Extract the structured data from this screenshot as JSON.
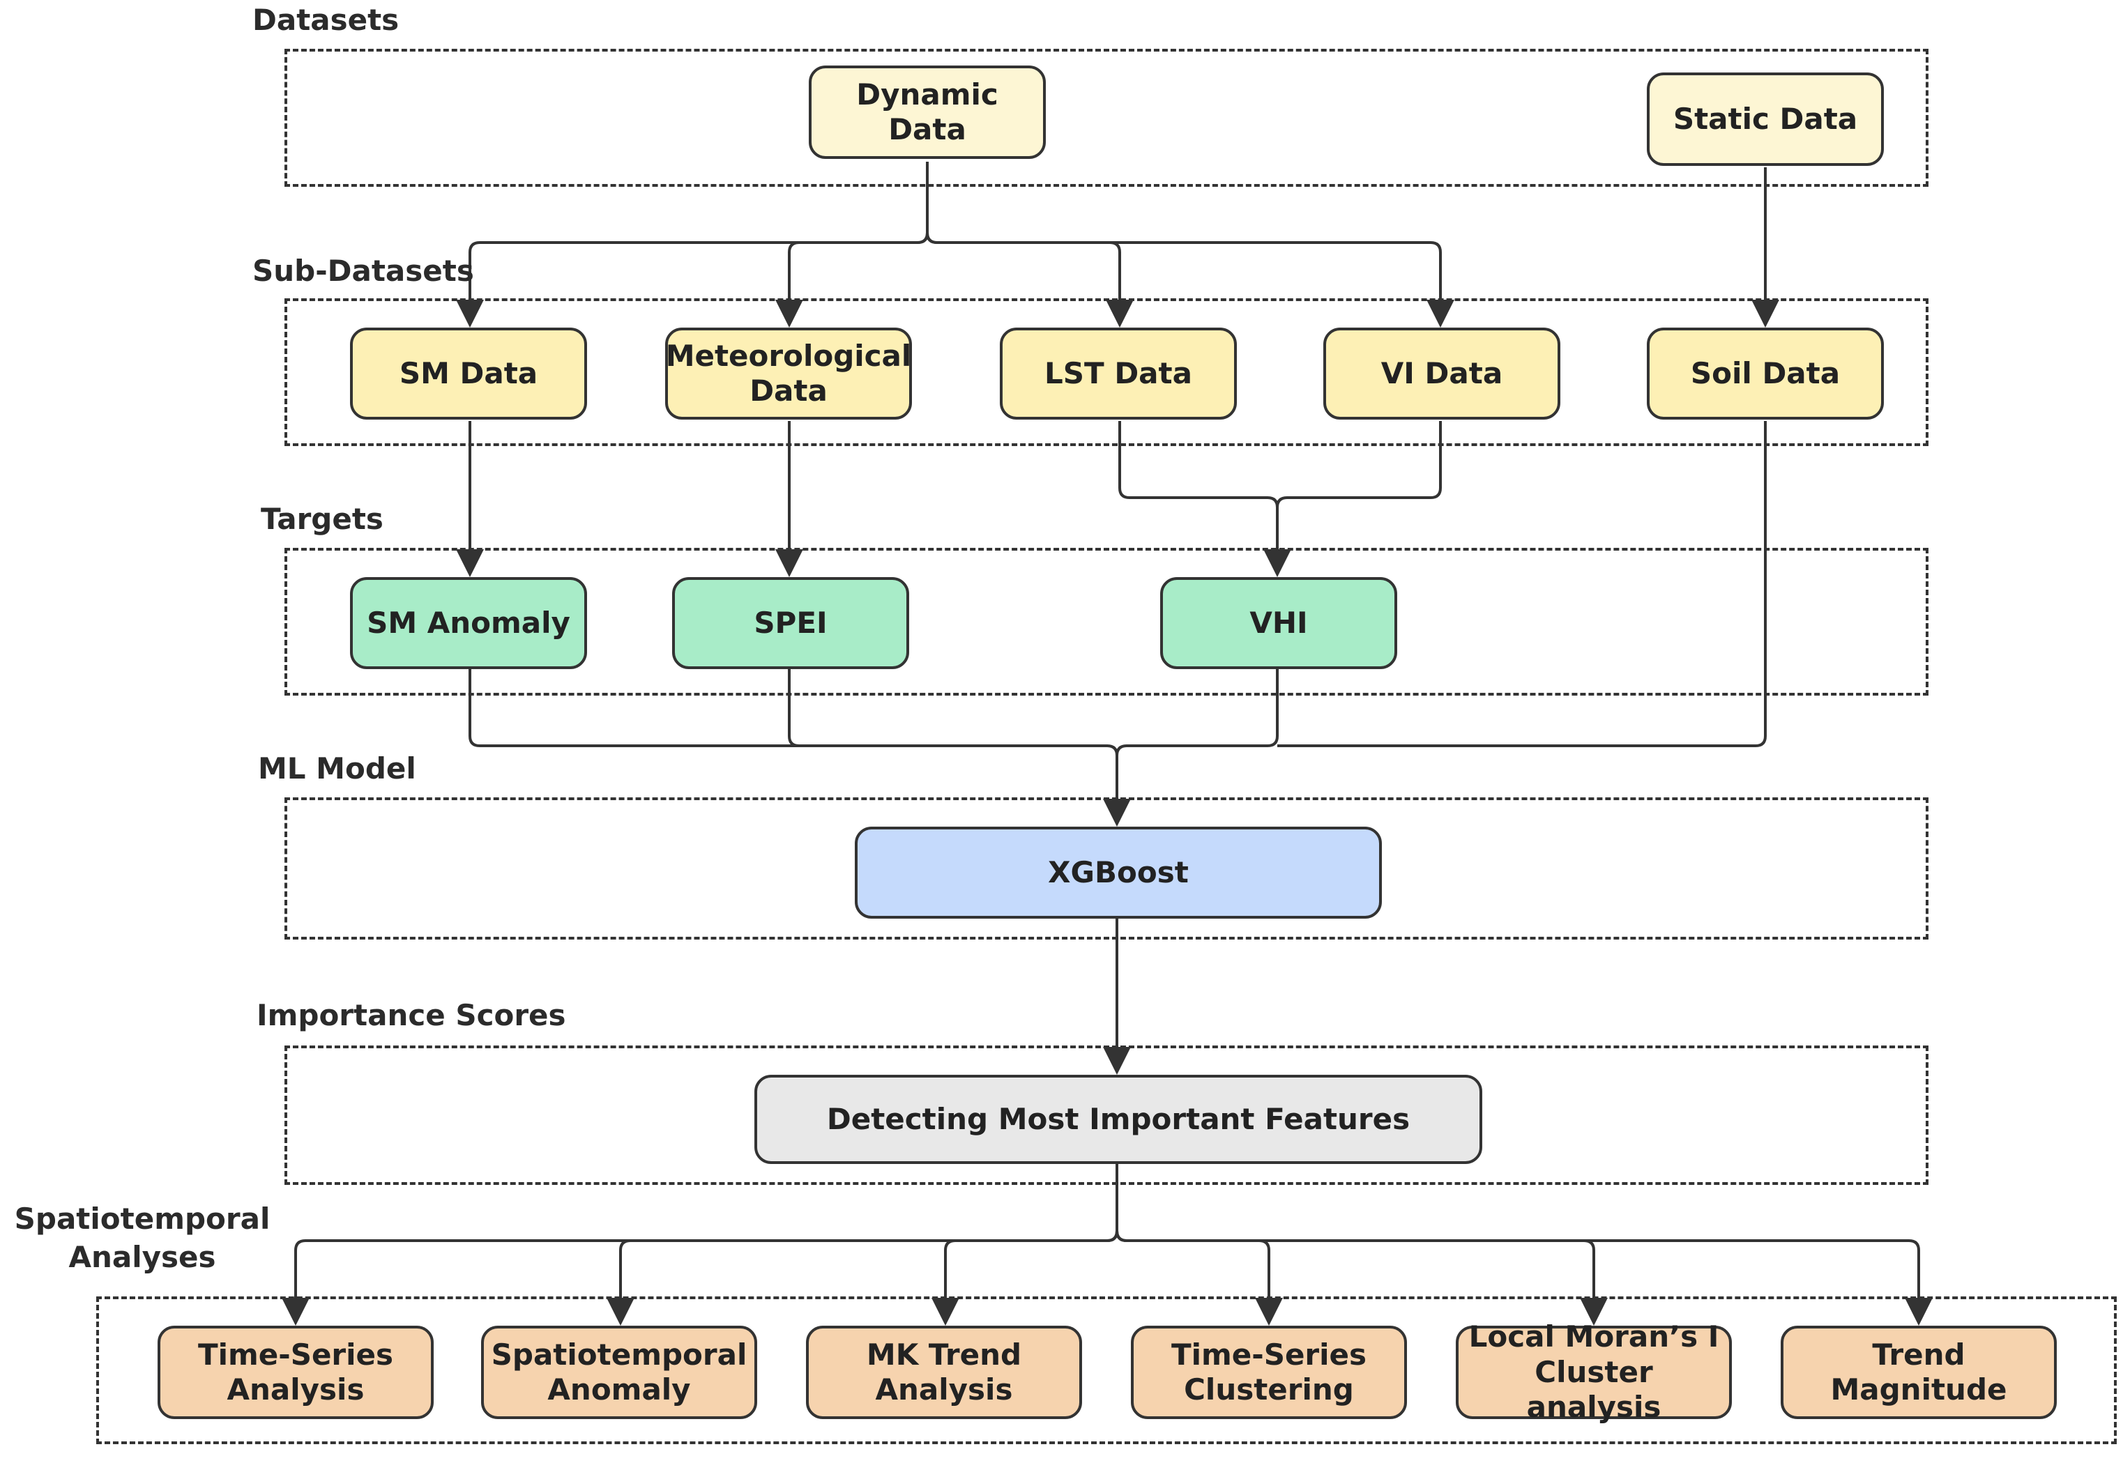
{
  "sections": {
    "datasets": "Datasets",
    "sub_datasets": "Sub-Datasets",
    "targets": "Targets",
    "ml_model": "ML Model",
    "importance_scores": "Importance Scores",
    "spatiotemporal_line1": "Spatiotemporal",
    "spatiotemporal_line2": "Analyses"
  },
  "nodes": {
    "dynamic_data": "Dynamic Data",
    "static_data": "Static Data",
    "sm_data": "SM Data",
    "meteorological_data": "Meteorological Data",
    "lst_data": "LST Data",
    "vi_data": "VI Data",
    "soil_data": "Soil Data",
    "sm_anomaly": "SM Anomaly",
    "spei": "SPEI",
    "vhi": "VHI",
    "xgboost": "XGBoost",
    "detecting_features": "Detecting Most Important Features",
    "time_series_analysis": "Time-Series Analysis",
    "spatiotemporal_anomaly": "Spatiotemporal Anomaly",
    "mk_trend_analysis": "MK Trend Analysis",
    "time_series_clustering": "Time-Series Clustering",
    "local_morans_i": "Local Moran’s I Cluster analysis",
    "trend_magnitude": "Trend Magnitude"
  },
  "colors": {
    "dataset_fill": "#fdf6d4",
    "subdataset_fill": "#fdf0b5",
    "target_fill": "#a8ecc8",
    "model_fill": "#c5dafc",
    "importance_fill": "#e8e8e8",
    "analysis_fill": "#f6d3ae",
    "stroke": "#333333"
  }
}
